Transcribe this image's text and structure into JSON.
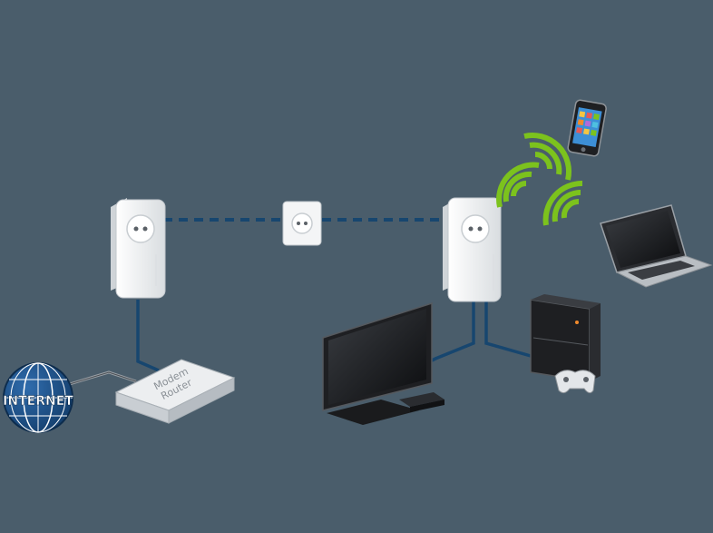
{
  "internet": {
    "label": "INTERNET",
    "icon": "globe-icon"
  },
  "router": {
    "line1": "Modem",
    "line2": "Router",
    "icon": "router-icon"
  },
  "devices": [
    {
      "name": "powerline-adapter-left",
      "icon": "powerline-adapter-icon"
    },
    {
      "name": "wall-socket",
      "icon": "wall-outlet-icon"
    },
    {
      "name": "powerline-adapter-right",
      "icon": "powerline-adapter-icon"
    },
    {
      "name": "smartphone",
      "icon": "smartphone-icon"
    },
    {
      "name": "laptop",
      "icon": "laptop-icon"
    },
    {
      "name": "tv",
      "icon": "tv-icon"
    },
    {
      "name": "game-console",
      "icon": "game-console-icon"
    },
    {
      "name": "gamepad",
      "icon": "gamepad-icon"
    }
  ],
  "colors": {
    "background": "#4a5d6b",
    "cable": "#17466f",
    "wifi": "#7cc21d",
    "globe": "#1c4f86",
    "device_white": "#f4f5f6",
    "device_dark": "#1e1f22"
  }
}
